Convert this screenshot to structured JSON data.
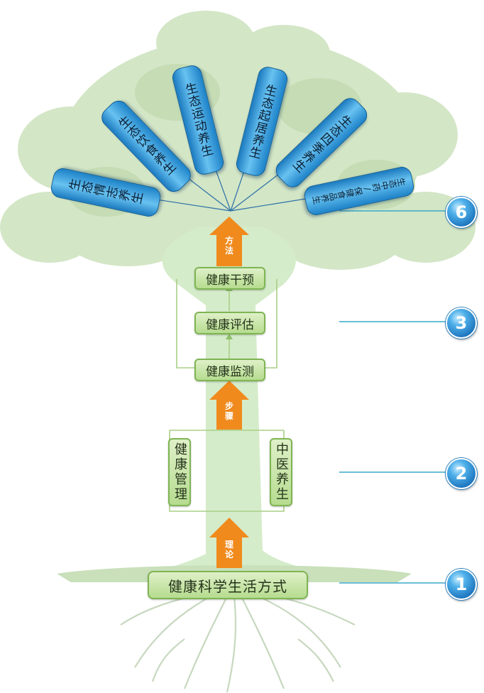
{
  "method_items": [
    "生态情志养生",
    "生态饮食养生",
    "生态运动养生",
    "生态起居养生",
    "生态四季养生",
    "生态中药/保健食品养生"
  ],
  "arrows": {
    "theory": "理论",
    "steps": "步骤",
    "method": "方法"
  },
  "steps": {
    "intervention": "健康干预",
    "assessment": "健康评估",
    "monitoring": "健康监测"
  },
  "foundations": {
    "health_management": "健康管理",
    "tcm_health": "中医养生"
  },
  "root": "健康科学生活方式",
  "badges": [
    "1",
    "2",
    "3",
    "6"
  ],
  "colors": {
    "leaf": "#cde3bf",
    "trunk": "#cfe9c4",
    "box_fill": "#c6e6a4",
    "box_border": "#7fb554",
    "pill": "#4aa8e0",
    "arrow": "#f08a1d",
    "badge": "#1e7fc8",
    "pointer_line": "#3aa8c8"
  }
}
